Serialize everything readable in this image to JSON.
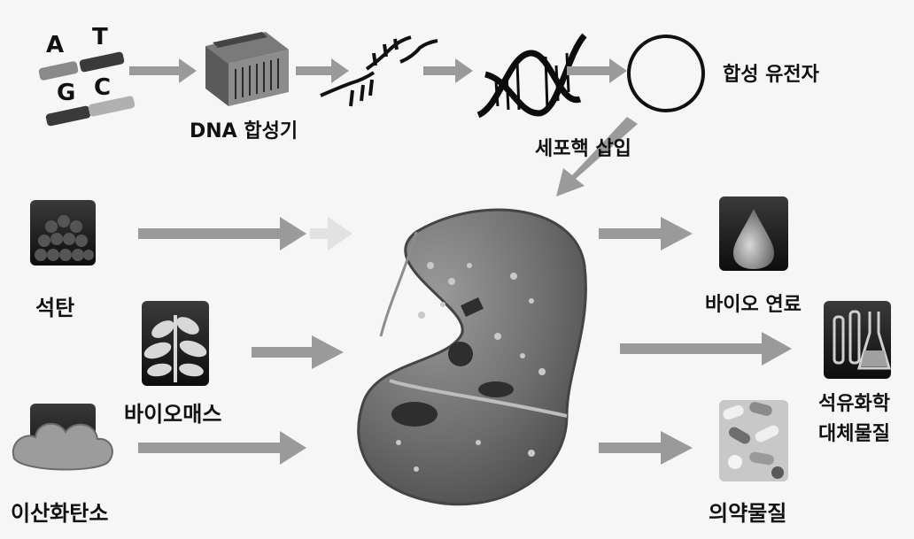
{
  "title": "",
  "top_row": {
    "bases": [
      "A",
      "T",
      "G",
      "C"
    ],
    "synthesizer_label": "DNA 합성기",
    "gene_label": "합성 유전자",
    "insert_label": "세포핵 삽입"
  },
  "inputs": [
    {
      "label": "석탄",
      "icon": "coal-icon"
    },
    {
      "label": "바이오매스",
      "icon": "leaf-icon"
    },
    {
      "label": "이산화탄소",
      "icon": "cloud-icon"
    }
  ],
  "outputs": [
    {
      "label": "바이오 연료",
      "icon": "fuel-drop-icon"
    },
    {
      "label": "석유화학 대체물질",
      "line1": "석유화학",
      "line2": "대체물질",
      "icon": "lab-flask-icon"
    },
    {
      "label": "의약물질",
      "icon": "pills-icon"
    }
  ],
  "colors": {
    "arrow": "#9a9a9a",
    "arrow_edge": "#b9b9b9",
    "cell": "#6f6f6f",
    "background": "#f6f6f6"
  }
}
